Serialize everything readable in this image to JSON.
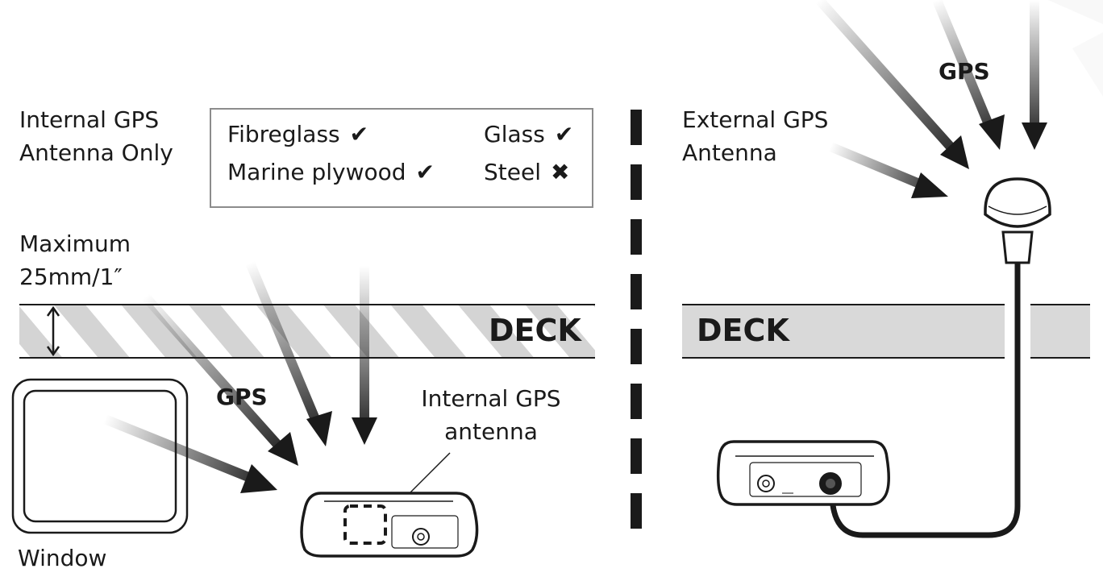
{
  "left": {
    "title_line1": "Internal GPS",
    "title_line2": "Antenna Only",
    "max_line1": "Maximum",
    "max_line2": "25mm/1″",
    "gps_label": "GPS",
    "deck_label": "DECK",
    "internal_line1": "Internal GPS",
    "internal_line2": "antenna",
    "window_label": "Window"
  },
  "materials": [
    {
      "name": "Fibreglass",
      "mark": "✔"
    },
    {
      "name": "Marine plywood",
      "mark": "✔"
    },
    {
      "name": "Glass",
      "mark": "✔"
    },
    {
      "name": "Steel",
      "mark": "✖"
    }
  ],
  "right": {
    "title_line1": "External GPS",
    "title_line2": "Antenna",
    "gps_label": "GPS",
    "deck_label": "DECK"
  },
  "colors": {
    "ink": "#1a1a1a",
    "deck_fill": "#d9d9d9",
    "stripe": "#d4d4d4",
    "box_border": "#8c8c8c"
  }
}
